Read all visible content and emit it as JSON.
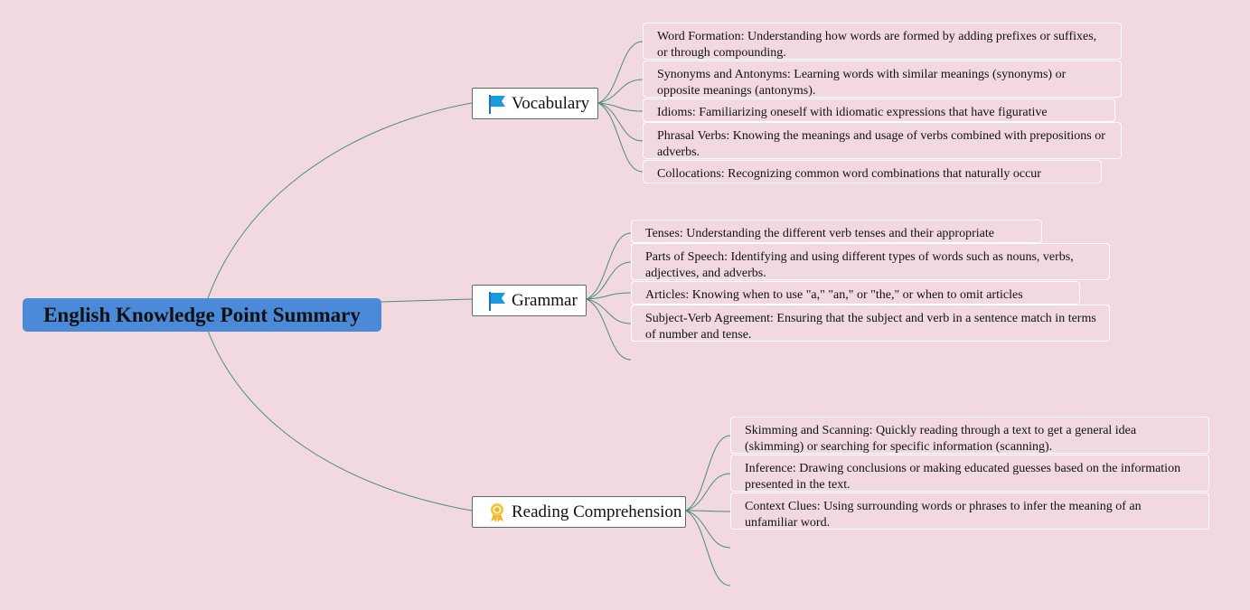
{
  "root": {
    "label": "English Knowledge Point Summary"
  },
  "branches": [
    {
      "label": "Vocabulary",
      "icon": "blue-flag-icon",
      "items": [
        "Word Formation: Understanding how words are formed by adding prefixes or suffixes, or through compounding.",
        "Synonyms and Antonyms: Learning words with similar meanings (synonyms) or opposite meanings (antonyms).",
        "Idioms: Familiarizing oneself with idiomatic expressions that have figurative meanings.",
        "Phrasal Verbs: Knowing the meanings and usage of verbs combined with prepositions or adverbs.",
        "Collocations: Recognizing common word combinations that naturally occur together."
      ]
    },
    {
      "label": "Grammar",
      "icon": "blue-flag-icon",
      "items": [
        "Tenses: Understanding the different verb tenses and their appropriate usage.",
        "Parts of Speech: Identifying and using different types of words such as nouns, verbs, adjectives, and adverbs.",
        "Articles: Knowing when to use \"a,\" \"an,\" or \"the,\" or when to omit articles entirely.",
        "Subject-Verb Agreement: Ensuring that the subject and verb in a sentence match in terms of number and tense."
      ]
    },
    {
      "label": "Reading Comprehension",
      "icon": "award-ribbon-icon",
      "items": [
        "Skimming and Scanning: Quickly reading through a text to get a general idea (skimming) or searching for specific information (scanning).",
        "Inference: Drawing conclusions or making educated guesses based on the information presented in the text.",
        "Context Clues: Using surrounding words or phrases to infer the meaning of an unfamiliar word."
      ]
    }
  ]
}
